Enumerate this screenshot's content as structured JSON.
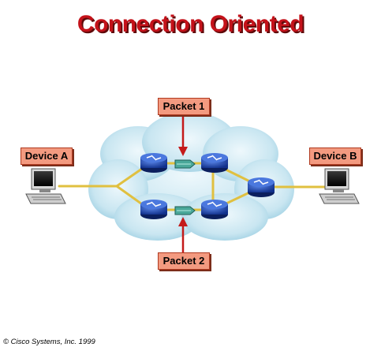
{
  "title": "Connection Oriented",
  "labels": {
    "packet1": "Packet 1",
    "packet2": "Packet 2",
    "device_a": "Device A",
    "device_b": "Device B"
  },
  "copyright": "© Cisco Systems, Inc. 1999",
  "colors": {
    "title": "#c4121a",
    "label_fill": "#f39a80",
    "router": "#1f4fc2",
    "link": "#e0c040",
    "arrow": "#c41a1a",
    "packet": "#4aa89a"
  },
  "icons": [
    "router-icon",
    "computer-icon",
    "packet-icon",
    "arrow-icon",
    "cloud-icon"
  ]
}
